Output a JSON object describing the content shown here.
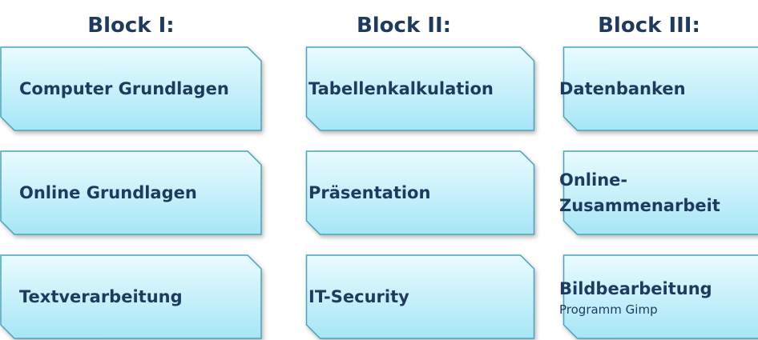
{
  "columns": [
    {
      "title": "Block I:",
      "items": [
        {
          "label": "Computer Grundlagen"
        },
        {
          "label": "Online Grundlagen"
        },
        {
          "label": "Textverarbeitung"
        }
      ]
    },
    {
      "title": "Block II:",
      "items": [
        {
          "label": "Tabellenkalkulation"
        },
        {
          "label": "Präsentation"
        },
        {
          "label": "IT-Security"
        }
      ]
    },
    {
      "title": "Block III:",
      "items": [
        {
          "label": "Datenbanken"
        },
        {
          "label": "Online-\nZusammenarbeit"
        },
        {
          "label": "Bildbearbeitung",
          "sub": "Programm Gimp"
        }
      ]
    }
  ],
  "colors": {
    "text": "#1f3a5f",
    "box_top": "#e9fbff",
    "box_bottom": "#a6e6f6",
    "border": "#4aa5b8"
  }
}
